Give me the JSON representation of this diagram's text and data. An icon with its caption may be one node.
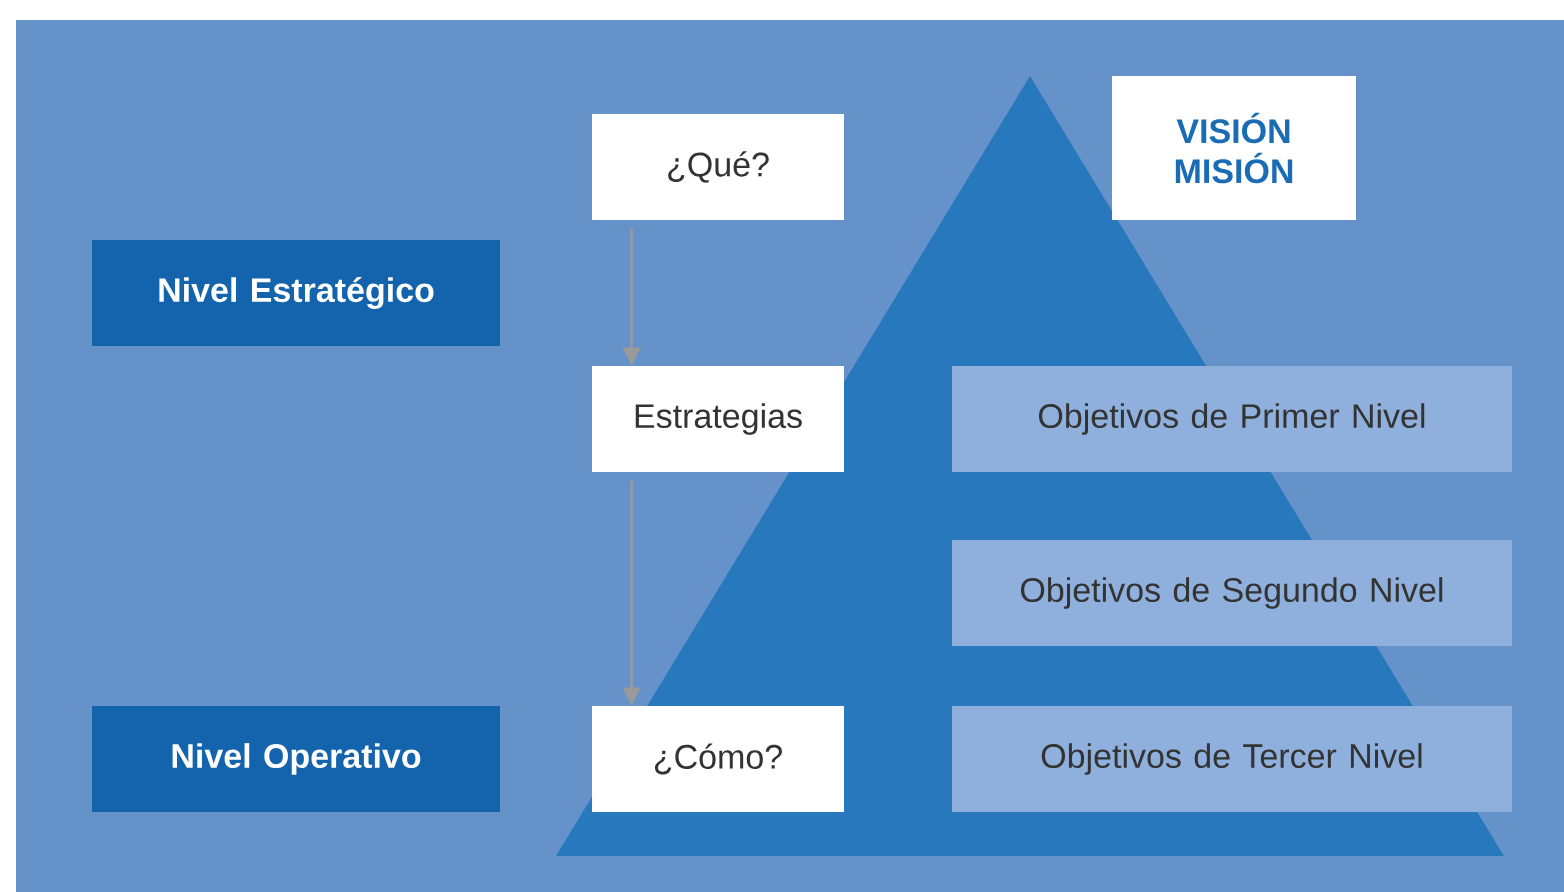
{
  "diagram": {
    "nodes": [
      {
        "text": [
          "¿Qué?"
        ]
      },
      {
        "text": [
          "Nivel Estratégico"
        ]
      },
      {
        "text": [
          "VISIÓN MISIÓN"
        ]
      },
      {
        "text": [
          "Estrategias"
        ]
      },
      {
        "text": [
          "Objetivos de Primer Nivel"
        ]
      },
      {
        "text": [
          "Objetivos de Segundo Nivel"
        ]
      },
      {
        "text": [
          "Nivel Operativo"
        ]
      },
      {
        "text": [
          "¿Cómo?"
        ]
      },
      {
        "text": [
          "Objetivos de Tercer Nivel"
        ]
      }
    ],
    "edges": [
      {
        "from": 0,
        "to": 3,
        "arrow": "to"
      },
      {
        "from": 3,
        "to": 7,
        "arrow": "to"
      }
    ]
  }
}
